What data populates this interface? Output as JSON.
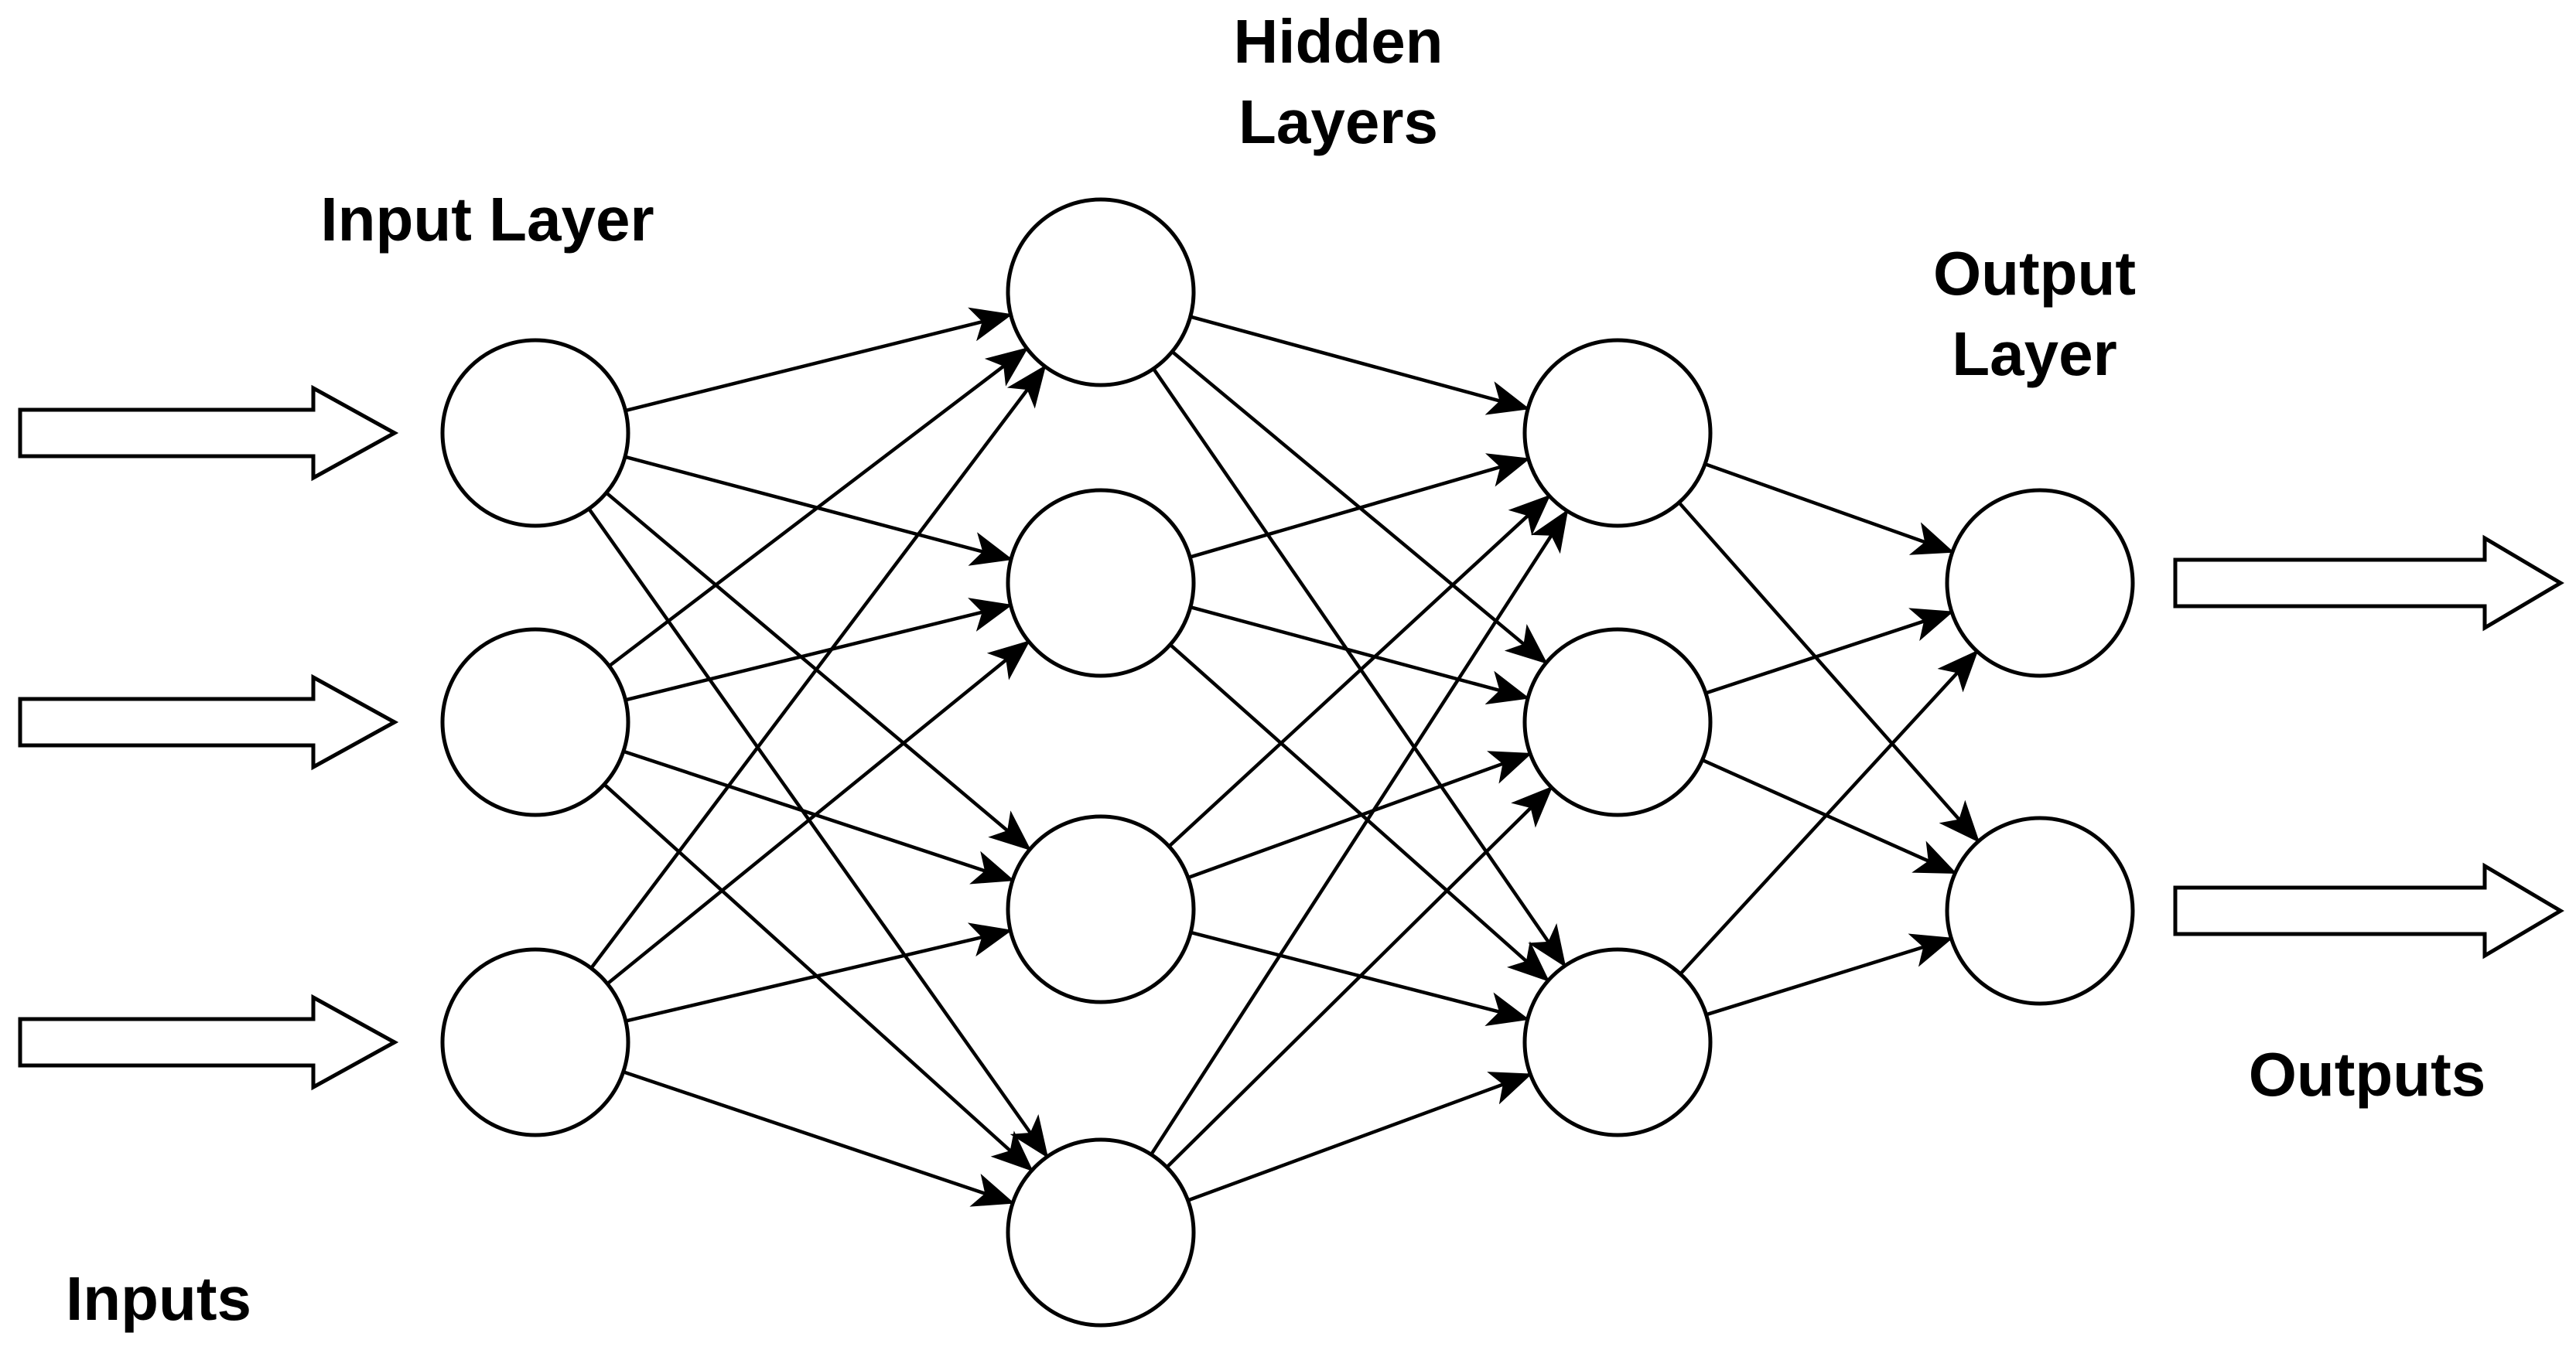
{
  "labels": {
    "input_layer": "Input Layer",
    "hidden_line1": "Hidden",
    "hidden_line2": "Layers",
    "output_line1": "Output",
    "output_line2": "Layer",
    "inputs": "Inputs",
    "outputs": "Outputs"
  },
  "network": {
    "layers": [
      {
        "name": "input",
        "nodes": 3
      },
      {
        "name": "hidden-1",
        "nodes": 4
      },
      {
        "name": "hidden-2",
        "nodes": 3
      },
      {
        "name": "output",
        "nodes": 2
      }
    ],
    "connectivity": "fully-connected",
    "input_arrows": 3,
    "output_arrows": 2
  },
  "colors": {
    "stroke": "#000000",
    "fill": "#ffffff"
  }
}
